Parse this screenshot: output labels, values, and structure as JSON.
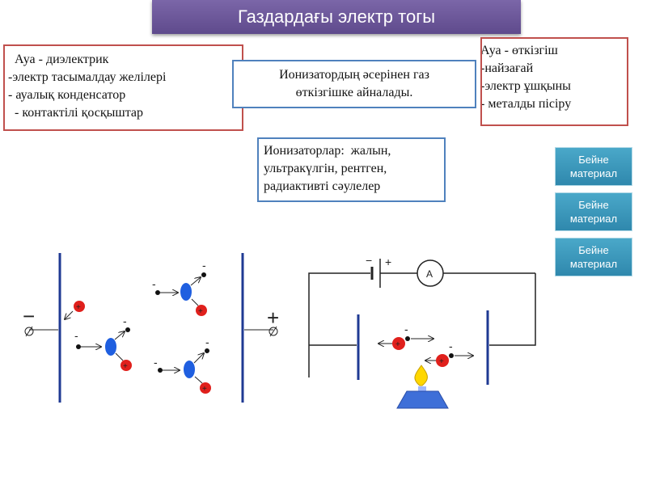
{
  "title": "Газдардағы электр тогы",
  "dielectric": {
    "lines": [
      "  Ауа - диэлектрик",
      "-электр тасымалдау желілері",
      "- ауалық конденсатор",
      "  - контактілі қосқыштар"
    ]
  },
  "ionizer_note": {
    "lines": [
      "Ионизатордың әсерінен газ",
      "өткізгішке айналады."
    ]
  },
  "conductor": {
    "lines": [
      "Ауа - өткізгіш",
      "-найзағай",
      "-электр ұшқыны",
      "- металды пісіру"
    ]
  },
  "ionizer_sources": {
    "lines": [
      "Ионизаторлар:  жалын,",
      "ультракүлгін, рентген,",
      "радиактивті сәулелер"
    ]
  },
  "video_buttons": [
    {
      "line1": "Бейне",
      "line2": "материал"
    },
    {
      "line1": "Бейне",
      "line2": "материал"
    },
    {
      "line1": "Бейне",
      "line2": "материал"
    }
  ],
  "diagram": {
    "minus_sign": "−",
    "plus_sign": "+",
    "ammeter_label": "A",
    "colors": {
      "electrode": "#1f3a93",
      "ion_red": "#e0201c",
      "molecule_blue": "#1f5fe0",
      "wire": "#222222"
    }
  }
}
